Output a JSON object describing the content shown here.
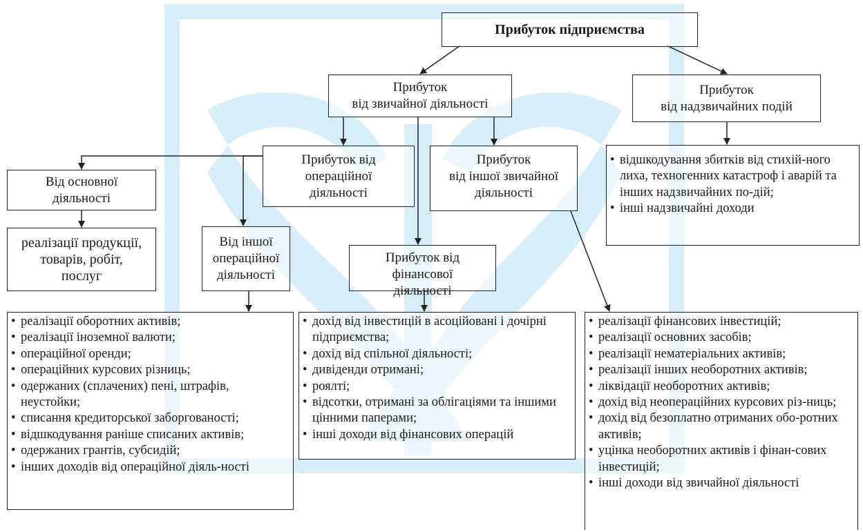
{
  "top": "Прибуток підприємства",
  "ordinary": [
    "Прибуток",
    "від звичайної діяльності"
  ],
  "extraordinary": [
    "Прибуток",
    "від надзвичайних подій"
  ],
  "operating": [
    "Прибуток від",
    "операційної",
    "діяльності"
  ],
  "other_ordinary": [
    "Прибуток",
    "від іншої звичайної",
    "діяльності"
  ],
  "main_activity": [
    "Від основної",
    "діяльності"
  ],
  "other_operating": [
    "Від іншої",
    "операційної",
    "діяльності"
  ],
  "financial": [
    "Прибуток від",
    "фінансової",
    "діяльності"
  ],
  "sales": [
    "реалізації продукції,",
    "товарів, робіт,",
    "послуг"
  ],
  "extra_list": [
    "відшкодування збитків від стихій-ного лиха, техногенних катастроф і аварій та інших надзвичайних по-дій;",
    "інші надзвичайні доходи"
  ],
  "other_operating_list": [
    "реалізації оборотних активів;",
    "реалізації іноземної валюти;",
    "операційної оренди;",
    "операційних курсових різниць;",
    "одержаних (сплачених) пені, штрафів, неустойки;",
    "списання кредиторської заборгованості;",
    "відшкодування раніше списаних активів;",
    "одержаних грантів, субсидій;",
    "інших доходів від операційної діяль-ності"
  ],
  "financial_list": [
    "дохід від інвестицій в асоційовані і дочірні підприємства;",
    "дохід від спільної діяльності;",
    "дивіденди отримані;",
    "роялті;",
    "відсотки, отримані за облігаціями та іншими цінними паперами;",
    "інші доходи від фінансових операцій"
  ],
  "other_ordinary_list": [
    "реалізації фінансових інвестицій;",
    "реалізації основних засобів;",
    "реалізації нематеріальних активів;",
    "реалізації інших необоротних активів;",
    "ліквідації необоротних активів;",
    "дохід від неопераційних курсових різ-ниць;",
    "дохід від безоплатно отриманих обо-ротних активів;",
    "уцінка необоротних активів і фінан-сових інвестицій;",
    "інші доходи від звичайної діяльності"
  ],
  "colors": {
    "watermark": "#cde8f5",
    "line": "#222222"
  }
}
